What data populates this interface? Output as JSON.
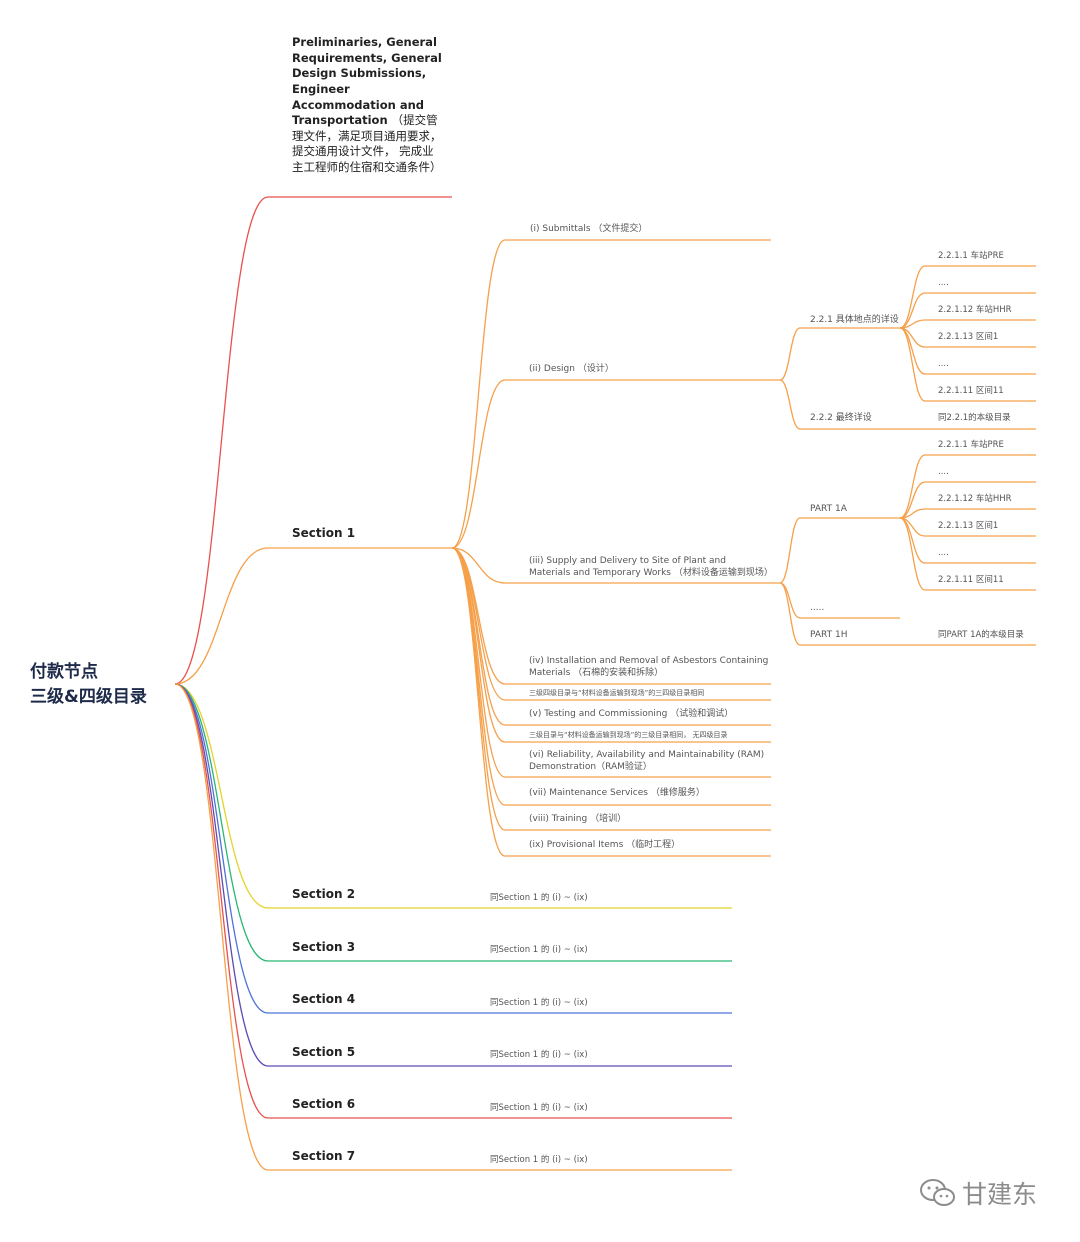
{
  "root": {
    "line1": "付款节点",
    "line2": "三级&四级目录"
  },
  "preliminaries": {
    "title_en": "Preliminaries, General Requirements, General Design Submissions, Engineer Accommodation and Transportation",
    "title_zh": "（提交管理文件，满足项目通用要求，提交通用设计文件， 完成业主工程师的住宿和交通条件）"
  },
  "section1": {
    "label": "Section 1",
    "items": {
      "i": "(i) Submittals （文件提交）",
      "ii": "(ii) Design （设计）",
      "iii": "(iii) Supply and Delivery to Site of Plant and Materials and Temporary Works （材料设备运输到现场）",
      "iv": "(iv) Installation and Removal of Asbestors Containing Materials （石棉的安装和拆除）",
      "iv_note": "三级四级目录与“材料设备运输到现场”的三四级目录相同",
      "v": "(v) Testing and Commissioning （试验和调试）",
      "v_note": "三级目录与“材料设备运输到现场”的三级目录相同， 无四级目录",
      "vi": "(vi) Reliability, Availability and Maintainability (RAM) Demonstration（RAM验证）",
      "vii": "(vii) Maintenance Services （维修服务）",
      "viii": "(viii) Training （培训）",
      "ix": "(ix) Provisional Items （临时工程）"
    },
    "design": {
      "d221": "2.2.1 具体地点的详设",
      "d221_children": [
        "2.2.1.1 车站PRE",
        "....",
        "2.2.1.12 车站HHR",
        "2.2.1.13 区间1",
        "....",
        "2.2.1.11 区间11"
      ],
      "d222": "2.2.2 最终详设",
      "d222_note": "同2.2.1的本级目录"
    },
    "supply": {
      "part1a": "PART 1A",
      "part1a_children": [
        "2.2.1.1 车站PRE",
        "....",
        "2.2.1.12 车站HHR",
        "2.2.1.13 区间1",
        "....",
        "2.2.1.11 区间11"
      ],
      "dots": ".....",
      "part1h": "PART 1H",
      "part1h_note": "同PART 1A的本级目录"
    }
  },
  "sections": [
    {
      "label": "Section 2",
      "note": "同Section 1 的 (i) ~ (ix)",
      "color": "#e4d32c"
    },
    {
      "label": "Section 3",
      "note": "同Section 1 的 (i) ~ (ix)",
      "color": "#2bb673"
    },
    {
      "label": "Section 4",
      "note": "同Section 1 的 (i) ~ (ix)",
      "color": "#4f73d9"
    },
    {
      "label": "Section 5",
      "note": "同Section 1 的 (i) ~ (ix)",
      "color": "#5b4db5"
    },
    {
      "label": "Section 6",
      "note": "同Section 1 的 (i) ~ (ix)",
      "color": "#e8514f"
    },
    {
      "label": "Section 7",
      "note": "同Section 1 的 (i) ~ (ix)",
      "color": "#f5a04a"
    }
  ],
  "colors": {
    "preliminaries": "#e8514f",
    "section1": "#f5a04a"
  },
  "watermark": {
    "text": "甘建东",
    "icon": "wechat-icon"
  }
}
